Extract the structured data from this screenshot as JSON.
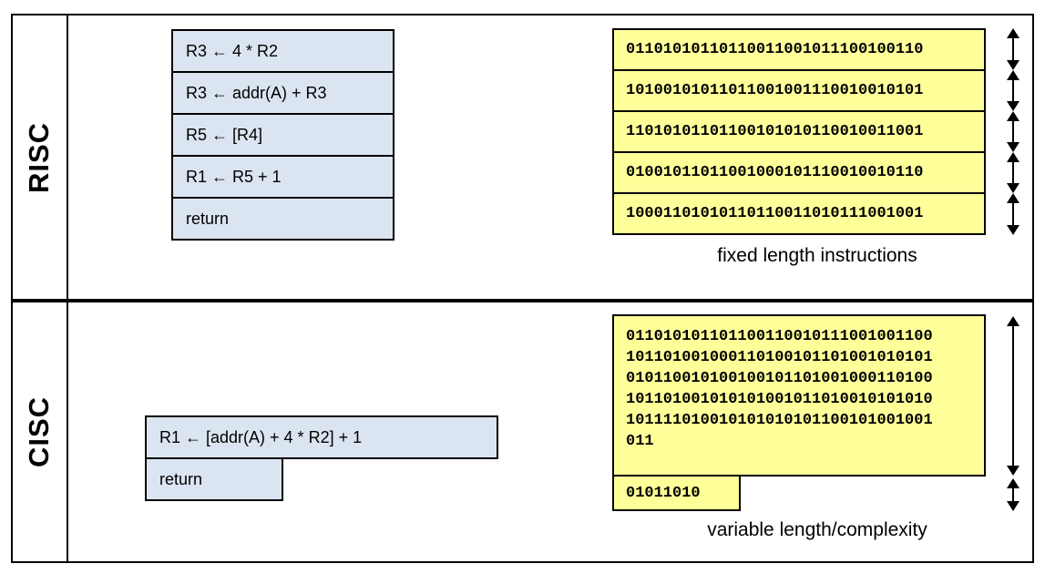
{
  "risc": {
    "label": "RISC",
    "instructions": [
      "R3 ← 4 * R2",
      "R3 ← addr(A) + R3",
      "R5 ← [R4]",
      "R1 ← R5 + 1",
      "return"
    ],
    "memory_rows": [
      "01101010110110011001011100100110",
      "10100101011011001001110010010101",
      "11010101101100101010110010011001",
      "01001011011001000101110010010110",
      "10001101010110110011010111001001"
    ],
    "caption": "fixed length instructions"
  },
  "cisc": {
    "label": "CISC",
    "instructions": [
      "R1 ← [addr(A) + 4 * R2] + 1",
      "return"
    ],
    "memory_block_lines": [
      "011010101101100110010111001001100",
      "101101001000110100101101001010101",
      "010110010100100101101001000110100",
      "101101001010101001011010010101010",
      "101111010010101010101100101001001",
      "011"
    ],
    "memory_small_block": "01011010",
    "caption": "variable length/complexity"
  },
  "colors": {
    "instruction_box_fill": "#dbe5f1",
    "memory_box_fill": "#ffff99",
    "border": "#000000"
  }
}
